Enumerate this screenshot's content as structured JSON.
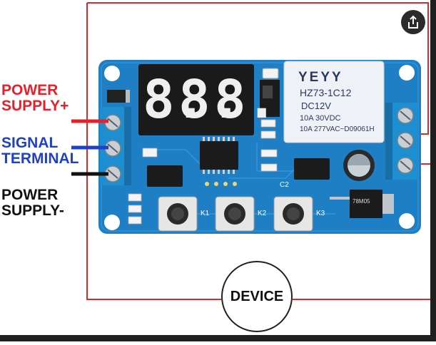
{
  "labels": {
    "power_plus": "POWER\nSUPPLY+",
    "signal": "SIGNAL\nTERMINAL",
    "power_minus": "POWER\nSUPPLY-",
    "device": "DEVICE"
  },
  "display": {
    "digits": [
      "8.",
      "8.",
      "8."
    ]
  },
  "relay": {
    "brand": "YEYY",
    "model": "HZ73-1C12",
    "coil": "DC12V",
    "rating1": "10A 30VDC",
    "rating2": "10A 277VAC~D09061H"
  },
  "pcb": {
    "k1": "K1",
    "k2": "K2",
    "k3": "K3",
    "c2": "C2",
    "regulator": "78M05"
  },
  "colors": {
    "pcb": "#1e7fc4",
    "wire_red": "#e8202a",
    "wire_blue": "#2040c8",
    "wire_black": "#111111",
    "terminal": "#1d8fd0"
  },
  "icons": {
    "share": "share-icon"
  }
}
